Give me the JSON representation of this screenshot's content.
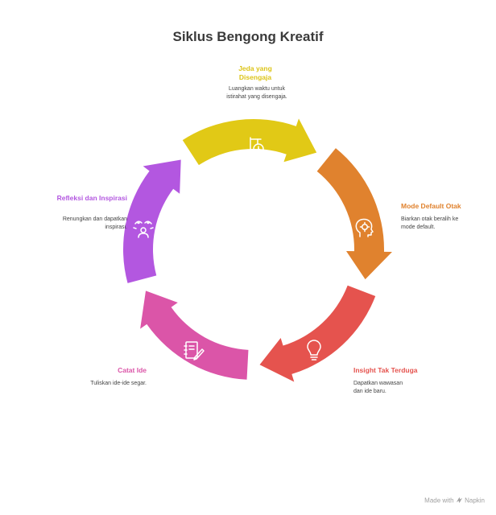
{
  "title": "Siklus Bengong Kreatif",
  "steps": [
    {
      "heading": "Jeda yang Disengaja",
      "desc": "Luangkan waktu untuk istirahat yang disengaja.",
      "color": "#e1c916",
      "icon": "signpost-clock-icon"
    },
    {
      "heading": "Mode Default Otak",
      "desc": "Biarkan otak beralih ke mode default.",
      "color": "#e0822e",
      "icon": "head-gear-icon"
    },
    {
      "heading": "Insight Tak Terduga",
      "desc": "Dapatkan wawasan dan ide baru.",
      "color": "#e5534e",
      "icon": "lightbulb-icon"
    },
    {
      "heading": "Catat Ide",
      "desc": "Tuliskan ide-ide segar.",
      "color": "#db55a8",
      "icon": "notebook-pen-icon"
    },
    {
      "heading": "Refleksi dan Inspirasi",
      "desc": "Renungkan dan dapatkan inspirasi.",
      "color": "#b357e0",
      "icon": "person-reflect-icon"
    }
  ],
  "footer": {
    "made_with": "Made with",
    "brand": "Napkin"
  }
}
